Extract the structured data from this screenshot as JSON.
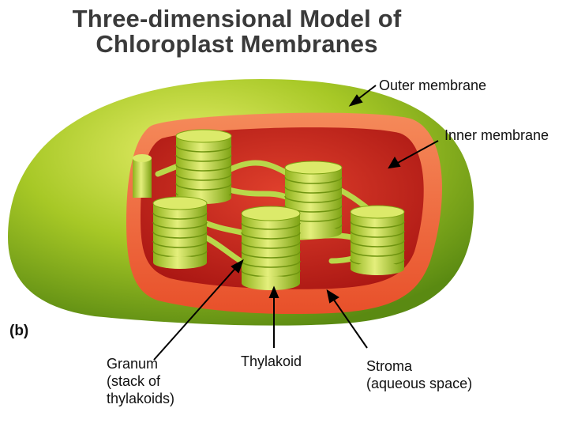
{
  "title": {
    "line1": "Three-dimensional Model of",
    "line2": "Chloroplast Membranes"
  },
  "panel_label": "(b)",
  "labels": {
    "outer_membrane": "Outer membrane",
    "inner_membrane": "Inner membrane",
    "granum": "Granum\n(stack of\nthylakoids)",
    "thylakoid": "Thylakoid",
    "stroma": "Stroma\n(aqueous space)"
  },
  "colors": {
    "outer_membrane": "#9dc21f",
    "inner_membrane": "#e8502a",
    "stroma": "#c8231b",
    "thylakoid": "#c9dd3a"
  }
}
